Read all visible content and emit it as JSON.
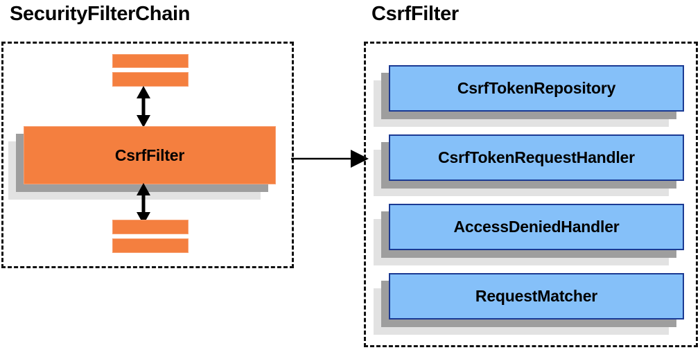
{
  "diagram": {
    "title_left": "SecurityFilterChain",
    "title_right": "CsrfFilter",
    "colors": {
      "orange_fill": "#F47F3F",
      "orange_border": "#F7A072",
      "blue_fill": "#85C0F9",
      "blue_border": "#1B3A93",
      "shadow_dark": "#9E9E9E",
      "shadow_light": "#E2E2E2",
      "dashed_border": "#111111",
      "arrow": "#000000",
      "text": "#000000",
      "background": "#FFFFFF"
    }
  },
  "left_panel": {
    "container_label": "security-filter-chain-container",
    "filters_above": [
      {
        "label": ""
      },
      {
        "label": ""
      }
    ],
    "focus_filter": {
      "label": "CsrfFilter"
    },
    "filters_below": [
      {
        "label": ""
      },
      {
        "label": ""
      }
    ],
    "arrows": {
      "top": "double-headed-vertical",
      "bottom": "double-headed-vertical"
    }
  },
  "connector": {
    "type": "arrow-right",
    "label": ""
  },
  "right_panel": {
    "container_label": "csrf-filter-collaborators",
    "components": [
      {
        "label": "CsrfTokenRepository"
      },
      {
        "label": "CsrfTokenRequestHandler"
      },
      {
        "label": "AccessDeniedHandler"
      },
      {
        "label": "RequestMatcher"
      }
    ]
  }
}
